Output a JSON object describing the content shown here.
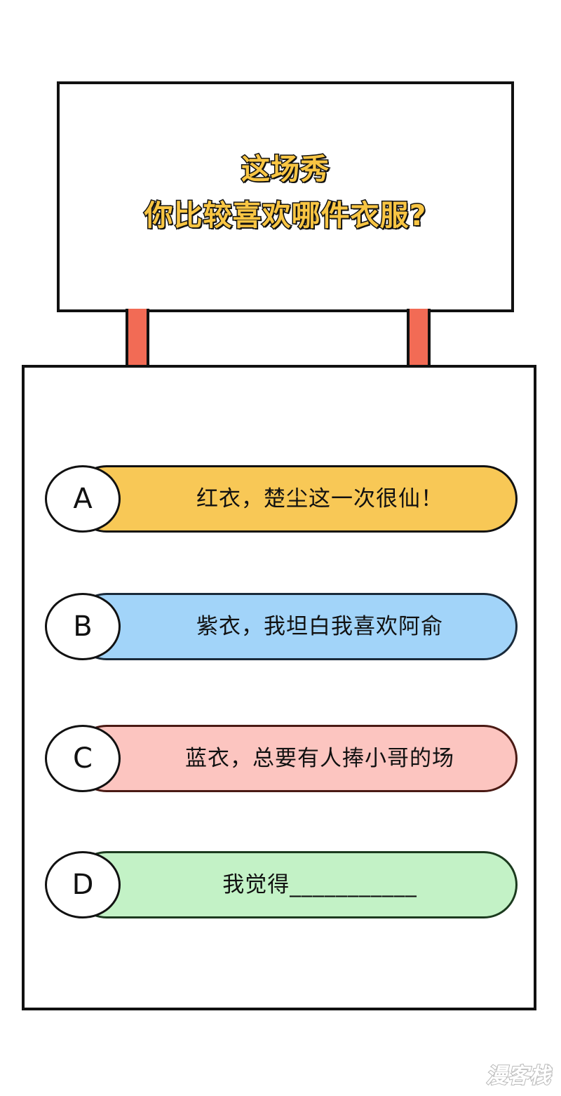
{
  "sign": {
    "line1": "这场秀",
    "line2": "你比较喜欢哪件衣服?"
  },
  "options": [
    {
      "letter": "A",
      "text": "红衣，楚尘这一次很仙！"
    },
    {
      "letter": "B",
      "text": "紫衣，我坦白我喜欢阿俞"
    },
    {
      "letter": "C",
      "text": "蓝衣，总要有人捧小哥的场"
    },
    {
      "letter": "D",
      "text": "我觉得___________"
    }
  ],
  "watermark": "漫客栈",
  "colors": {
    "option_a": "#f8c856",
    "option_b": "#a2d4f9",
    "option_c": "#fcc5c0",
    "option_d": "#c3f2c6",
    "title": "#f8c543",
    "posts": "#f26b55"
  }
}
